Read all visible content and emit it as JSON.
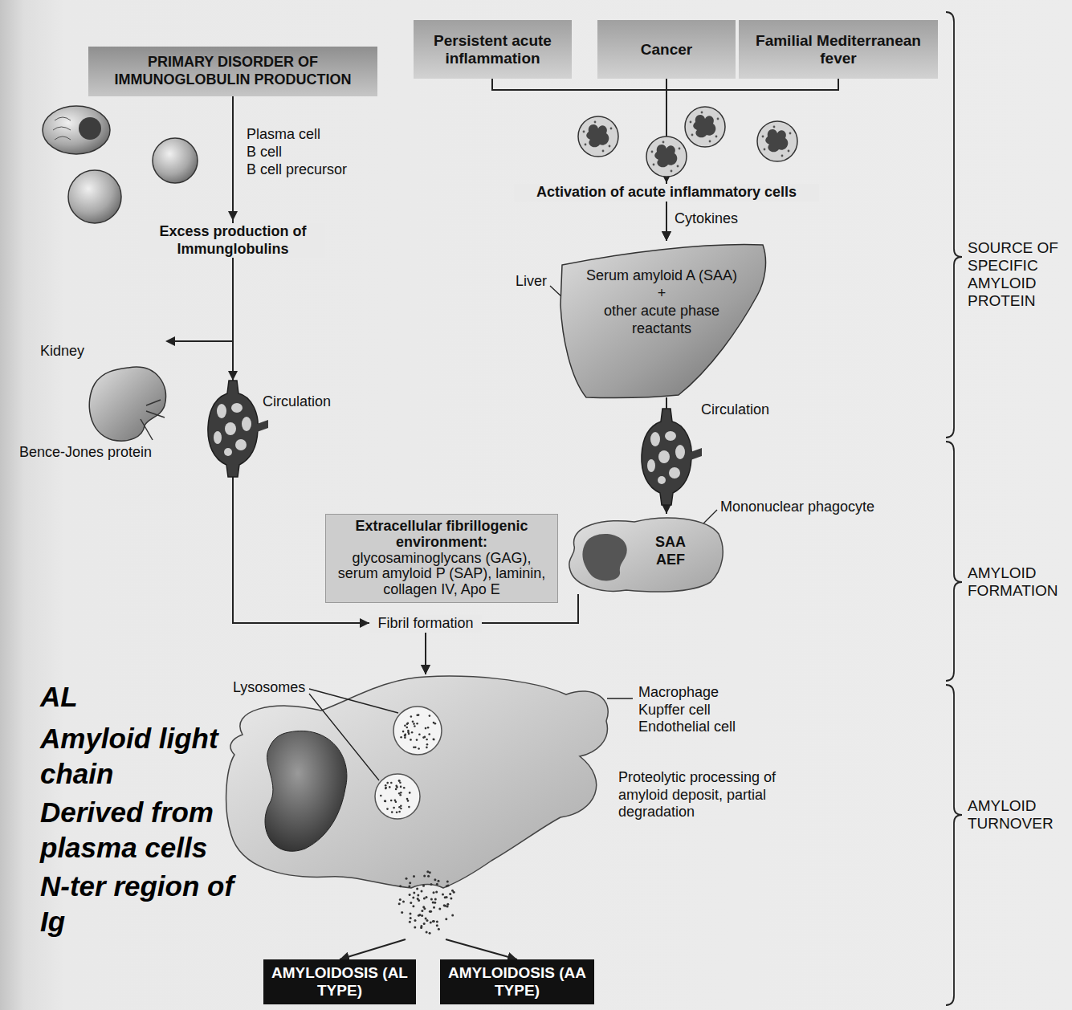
{
  "diagram": {
    "nodes": [
      {
        "text": [
          "PRIMARY DISORDER OF IMMUNOGLOBULIN PRODUCTION"
        ]
      },
      {
        "text": [
          "Persistent acute inflammation"
        ]
      },
      {
        "text": [
          "Cancer"
        ]
      },
      {
        "text": [
          "Familial Mediterranean fever"
        ]
      },
      {
        "text": [
          "Serum amyloid A (SAA)",
          "+",
          "other acute phase reactants"
        ]
      },
      {
        "text": [
          "Extracellular fibrillogenic environment:",
          "glycosaminoglycans (GAG), serum amyloid P (SAP), laminin, collagen IV, Apo E"
        ]
      },
      {
        "text": [
          "SAA",
          "AEF"
        ]
      },
      {
        "text": [
          "Macrophage Kupffer cell Endothelial cell"
        ]
      },
      {
        "text": [
          "AMYLOIDOSIS (AL TYPE)"
        ]
      },
      {
        "text": [
          "AMYLOIDOSIS (AA TYPE)"
        ]
      }
    ],
    "edges": [
      {
        "from": 0,
        "to": 7,
        "arrow": "to"
      },
      {
        "from": 1,
        "to": 4,
        "arrow": "to"
      },
      {
        "from": 2,
        "to": 4,
        "arrow": "to"
      },
      {
        "from": 3,
        "to": 4,
        "arrow": "to"
      },
      {
        "from": 4,
        "to": 6,
        "arrow": "to"
      },
      {
        "from": 6,
        "to": 7,
        "arrow": "to"
      },
      {
        "from": 7,
        "to": 8,
        "arrow": "to"
      },
      {
        "from": 7,
        "to": 9,
        "arrow": "to"
      }
    ],
    "labels": [
      "Plasma cell",
      "B cell",
      "B cell precursor",
      "Excess production of Immunglobulins",
      "Kidney",
      "Circulation",
      "Bence-Jones protein",
      "Activation of acute inflammatory cells",
      "Cytokines",
      "Liver",
      "Circulation",
      "Mononuclear phagocyte",
      "Fibril formation",
      "Lysosomes",
      "Proteolytic processing of amyloid deposit, partial degradation",
      "SOURCE OF SPECIFIC AMYLOID PROTEIN",
      "AMYLOID FORMATION",
      "AMYLOID TURNOVER",
      "AL",
      "Amyloid light chain",
      "Derived from plasma cells",
      "N-ter region of Ig"
    ]
  }
}
